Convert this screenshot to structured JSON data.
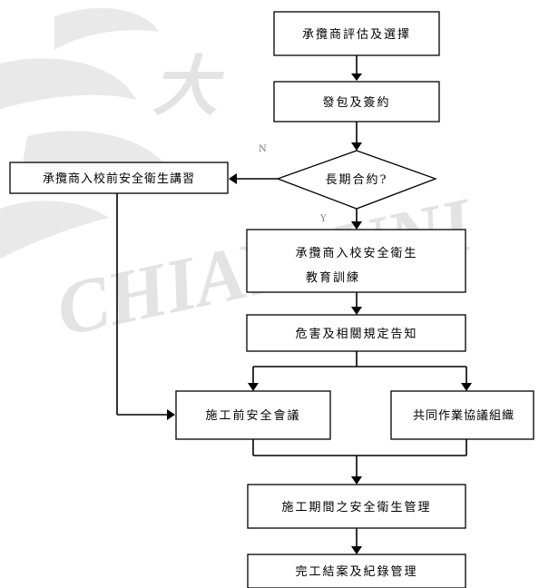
{
  "watermark": {
    "text": "CHIAYI UNI",
    "seal_text": "大"
  },
  "flowchart": {
    "nodes": {
      "evaluate": "承攬商評估及選擇",
      "contract": "發包及簽約",
      "decision": "長期合約?",
      "pre_training": "承攬商入校前安全衛生講習",
      "edu_line1": "承攬商入校安全衛生",
      "edu_line2": "教育訓練",
      "hazard": "危害及相關規定告知",
      "pre_meeting": "施工前安全會議",
      "joint_org": "共同作業協議組織",
      "management": "施工期間之安全衛生管理",
      "completion": "完工結案及紀錄管理"
    },
    "edges": {
      "no": "N",
      "yes": "Y"
    }
  }
}
